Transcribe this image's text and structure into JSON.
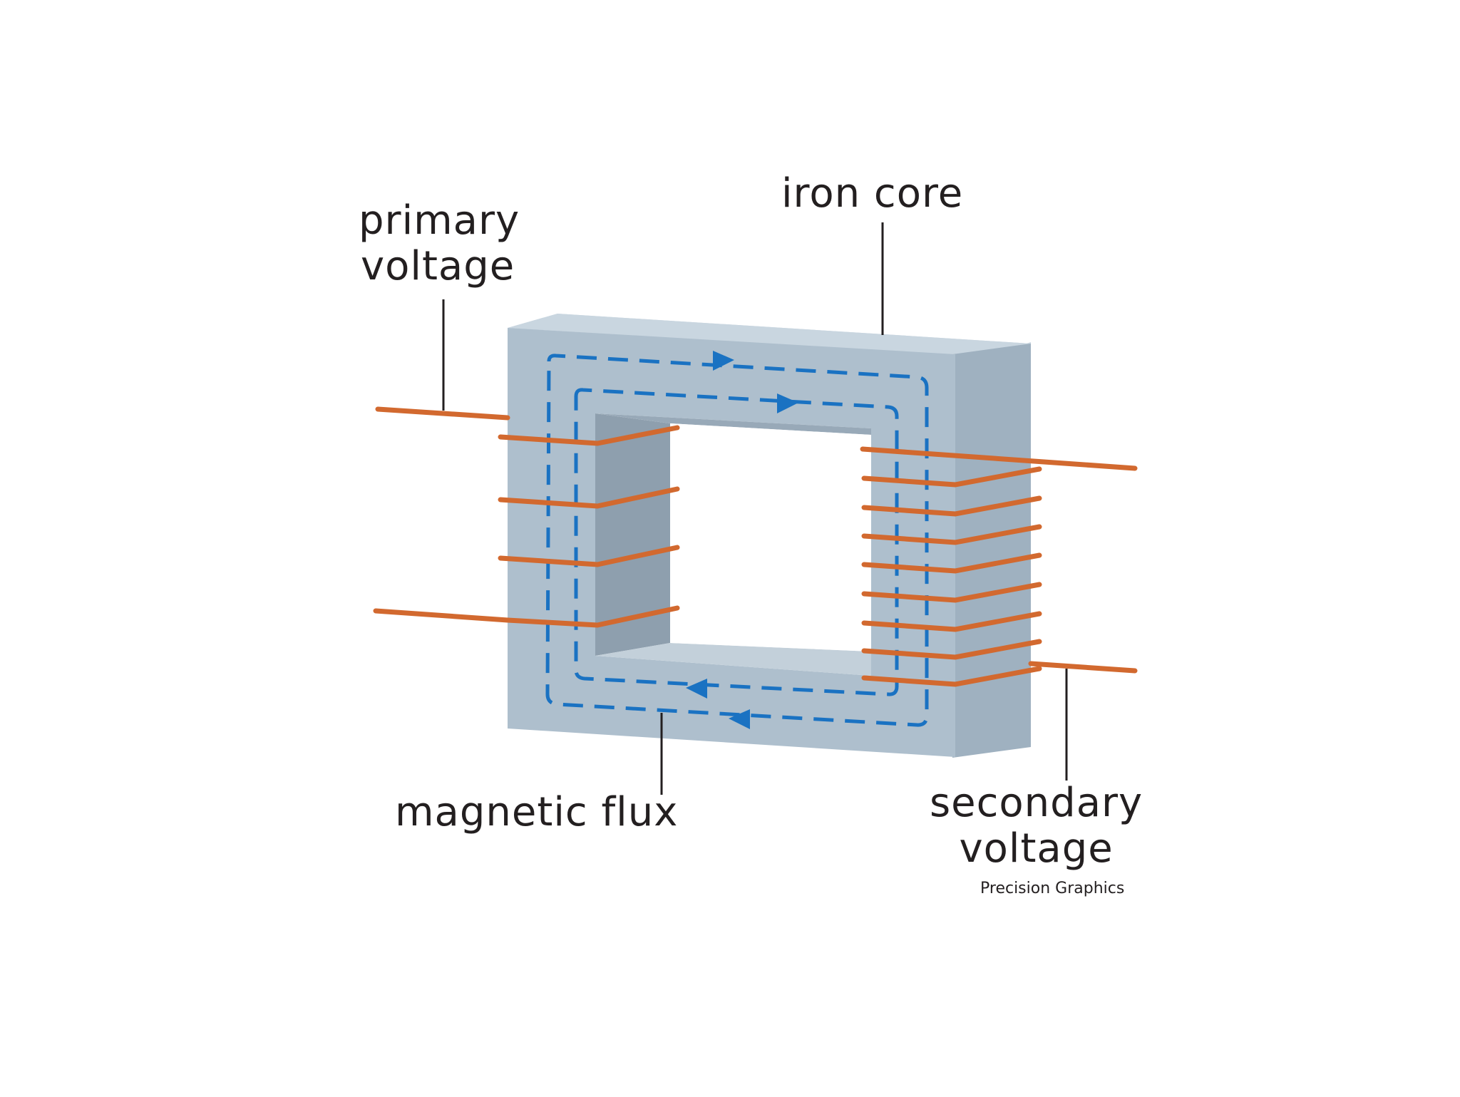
{
  "labels": {
    "primary_line1": "primary",
    "primary_line2": "voltage",
    "iron_core": "iron core",
    "magnetic_flux": "magnetic flux",
    "secondary_line1": "secondary",
    "secondary_line2": "voltage"
  },
  "credit": "Precision Graphics",
  "colors": {
    "core_front": "#aebfcd",
    "core_top": "#c9d6e0",
    "core_side": "#9fb1c0",
    "window_inner": "#8e9fae",
    "flux": "#1a72c2",
    "winding": "#d2692f",
    "leader": "#231f20"
  },
  "windings": {
    "primary_turns": 4,
    "secondary_turns": 8
  }
}
